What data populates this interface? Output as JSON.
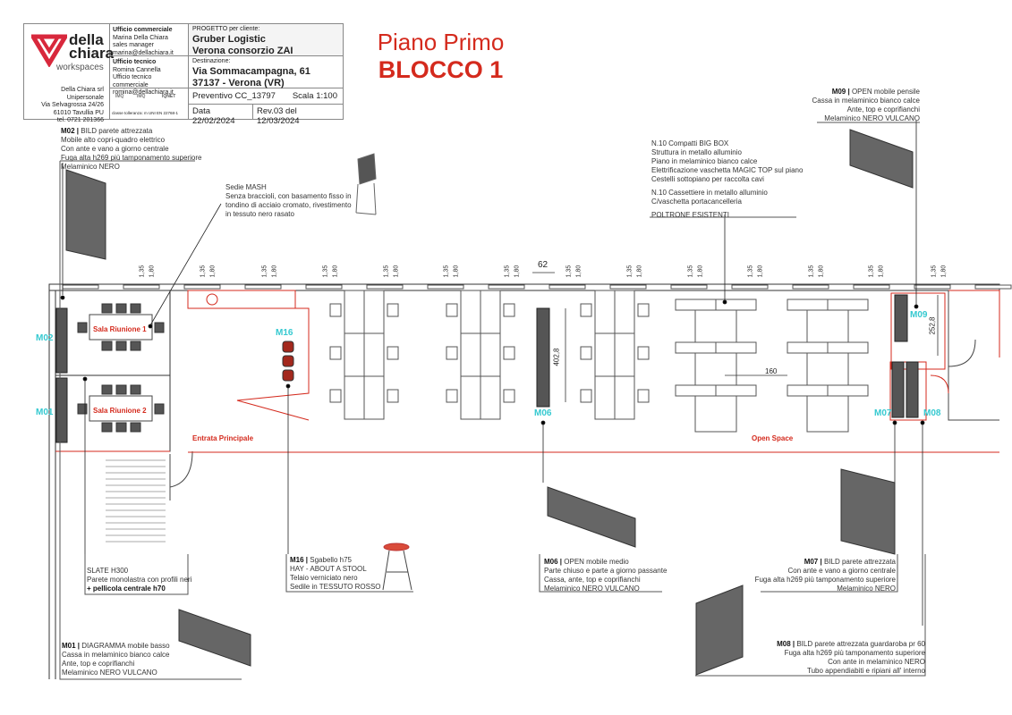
{
  "title_block": {
    "logo": {
      "line1": "della",
      "line2": "chiara",
      "line3": "workspaces"
    },
    "company": [
      "Della Chiara srl Unipersonale",
      "Via Selvagrossa 24/26",
      "61010 Tavullia PU",
      "tel. 0721 201366"
    ],
    "commercial": {
      "heading": "Ufficio commerciale",
      "lines": [
        "Marina Della Chiara",
        "sales manager",
        "marina@dellachiara.it"
      ]
    },
    "technical": {
      "heading": "Ufficio tecnico",
      "lines": [
        "Romina Cannella",
        "Ufficio tecnico commerciale",
        "romina@dellachiara.it"
      ]
    },
    "certs": [
      "IMQ",
      "IMQ",
      "IQNET"
    ],
    "tolerance": "classe tolleranza: m  UNI EN 22768-1",
    "project_label": "PROGETTO per cliente:",
    "project_lines": [
      "Gruber Logistic",
      "Verona consorzio ZAI"
    ],
    "destination_label": "Destinazione:",
    "destination_lines": [
      "Via Sommacampagna, 61",
      "37137 - Verona (VR)"
    ],
    "quote": "Preventivo CC_13797",
    "scale": "Scala 1:100",
    "date": "Data 22/02/2024",
    "revision": "Rev.03 del 12/03/2024"
  },
  "heading": {
    "line1": "Piano Primo",
    "line2": "BLOCCO 1"
  },
  "notes": {
    "m02": {
      "code": "M02 |",
      "lines": [
        "BILD parete attrezzata",
        "Mobile alto copri-quadro elettrico",
        "Con ante e vano a giorno centrale",
        "Fuga alta h269 più tamponamento superiore",
        "Melaminico NERO"
      ]
    },
    "sedie": {
      "lines": [
        "Sedie MASH",
        "Senza braccioli, con basamento fisso in",
        "tondino di acciaio cromato, rivestimento",
        "in tessuto nero rasato"
      ]
    },
    "bigbox": {
      "lines": [
        "N.10 Compatti BIG BOX",
        "Struttura in metallo alluminio",
        "Piano in melaminico bianco calce",
        "Elettrificazione vaschetta MAGIC TOP sul piano",
        "Cestelli sottopiano per raccolta cavi"
      ],
      "lines2": [
        "N.10 Cassettiere in metallo alluminio",
        "C/vaschetta portacancelleria"
      ],
      "lines3": "POLTRONE ESISTENTI"
    },
    "m09": {
      "code": "M09 |",
      "lines": [
        "OPEN mobile pensile",
        "Cassa in melaminico bianco calce",
        "Ante, top e coprifianchi",
        "Melaminico NERO VULCANO"
      ]
    },
    "slate": {
      "lines": [
        "SLATE H300",
        "Parete monolastra con profili neri"
      ],
      "bold": "+ pellicola centrale h70"
    },
    "m16": {
      "code": "M16 |",
      "lines": [
        "Sgabello h75",
        "HAY - ABOUT A STOOL",
        "Telaio verniciato nero",
        "Sedile in TESSUTO ROSSO"
      ]
    },
    "m01": {
      "code": "M01 |",
      "lines": [
        "DIAGRAMMA mobile basso",
        "Cassa in melaminico bianco calce",
        "Ante, top e coprifianchi",
        "Melaminico NERO VULCANO"
      ]
    },
    "m06": {
      "code": "M06 |",
      "lines": [
        "OPEN mobile medio",
        "Parte chiuso e parte a giorno passante",
        "Cassa, ante, top e coprifianchi",
        "Melaminico NERO VULCANO"
      ]
    },
    "m07": {
      "code": "M07 |",
      "lines": [
        "BILD parete attrezzata",
        "Con ante e vano a giorno centrale",
        "Fuga alta h269 più tamponamento superiore",
        "Melaminico NERO"
      ]
    },
    "m08": {
      "code": "M08 |",
      "lines": [
        "BILD parete attrezzata guardaroba pr 60",
        "Fuga alta h269 più tamponamento superiore",
        "Con ante in melaminico NERO",
        "Tubo appendiabiti e ripiani all' interno"
      ]
    }
  },
  "plan": {
    "rooms": [
      "Sala Riunione 1",
      "Sala Riunione 2"
    ],
    "areas": [
      "Entrata Principale",
      "Open Space"
    ],
    "markers": [
      "M02",
      "M01",
      "M16",
      "M06",
      "M07",
      "M08",
      "M09"
    ],
    "dimensions": [
      "62",
      "160",
      "402,8",
      "252,8"
    ],
    "ceiling_heights": [
      "1,35",
      "1,80"
    ]
  },
  "colors": {
    "red": "#d42a1d",
    "cyan": "#35c9d0",
    "logo": "#d8283c"
  }
}
